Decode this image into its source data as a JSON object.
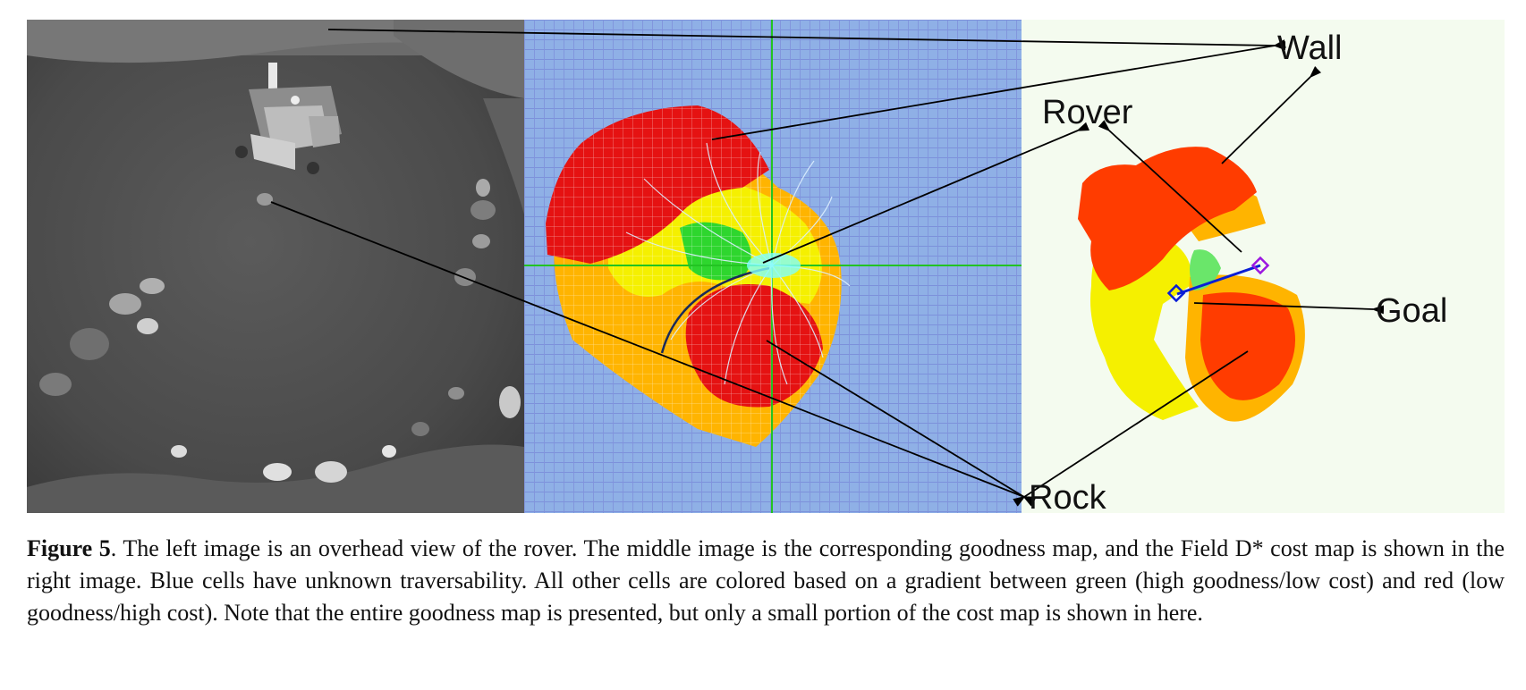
{
  "figure": {
    "panel_labels": {
      "wall": "Wall",
      "rover": "Rover",
      "goal": "Goal",
      "rock": "Rock"
    },
    "colors": {
      "unknown_cell": "#8fb0e6",
      "grid_line": "#2a3fc0",
      "high_cost": "#e51212",
      "mid_cost": "#ffb400",
      "low_mid_cost": "#f5f000",
      "low_cost": "#2ed62e",
      "cost_map_red": "#ff3c00",
      "cost_map_bg": "#f4fbef"
    }
  },
  "caption": {
    "label": "Figure 5",
    "text": ".  The left image is an overhead view of the rover. The middle image is the corresponding goodness map, and the Field D* cost map is shown in the right image. Blue cells have unknown traversability. All other cells are colored based on a gradient between green (high goodness/low cost) and red (low goodness/high cost). Note that the entire goodness map is presented, but only a small portion of the cost map is shown in here."
  }
}
